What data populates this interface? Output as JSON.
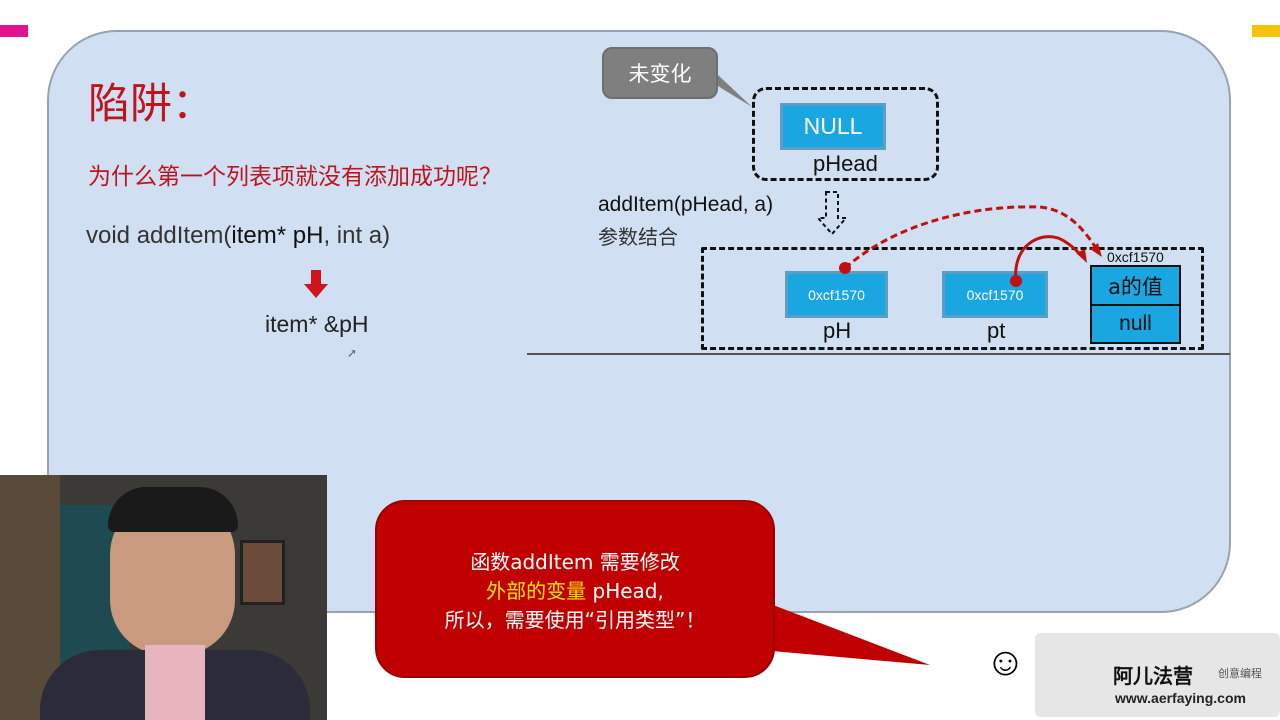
{
  "slide": {
    "title": "陷阱：",
    "question": "为什么第一个列表项就没有添加成功呢？",
    "signature_prefix": "void addItem(",
    "signature_param1": "item* pH",
    "signature_suffix": ", int a)",
    "reference_form": "item* &pH"
  },
  "diagram": {
    "unchanged_callout": "未变化",
    "phead_value": "NULL",
    "phead_label": "pHead",
    "call_label": "addItem(pHead, a)",
    "binding_label": "参数结合",
    "ph_value": "0xcf1570",
    "ph_label": "pH",
    "pt_value": "0xcf1570",
    "pt_label": "pt",
    "node_address": "0xcf1570",
    "node_data": "a的值",
    "node_next": "null"
  },
  "red_callout": {
    "line1": "函数addItem 需要修改",
    "line2_highlight": "外部的变量",
    "line2_rest": " pHead,",
    "line3": "所以，需要使用“引用类型”！"
  },
  "logo": {
    "brand": "阿儿法营",
    "tagline": "创意编程",
    "url": "www.aerfaying.com"
  },
  "colors": {
    "slide_bg": "#d0dff2",
    "title_red": "#c0141c",
    "box_blue": "#1aa6e0",
    "callout_red": "#c00000",
    "highlight_yellow": "#ffe600"
  }
}
